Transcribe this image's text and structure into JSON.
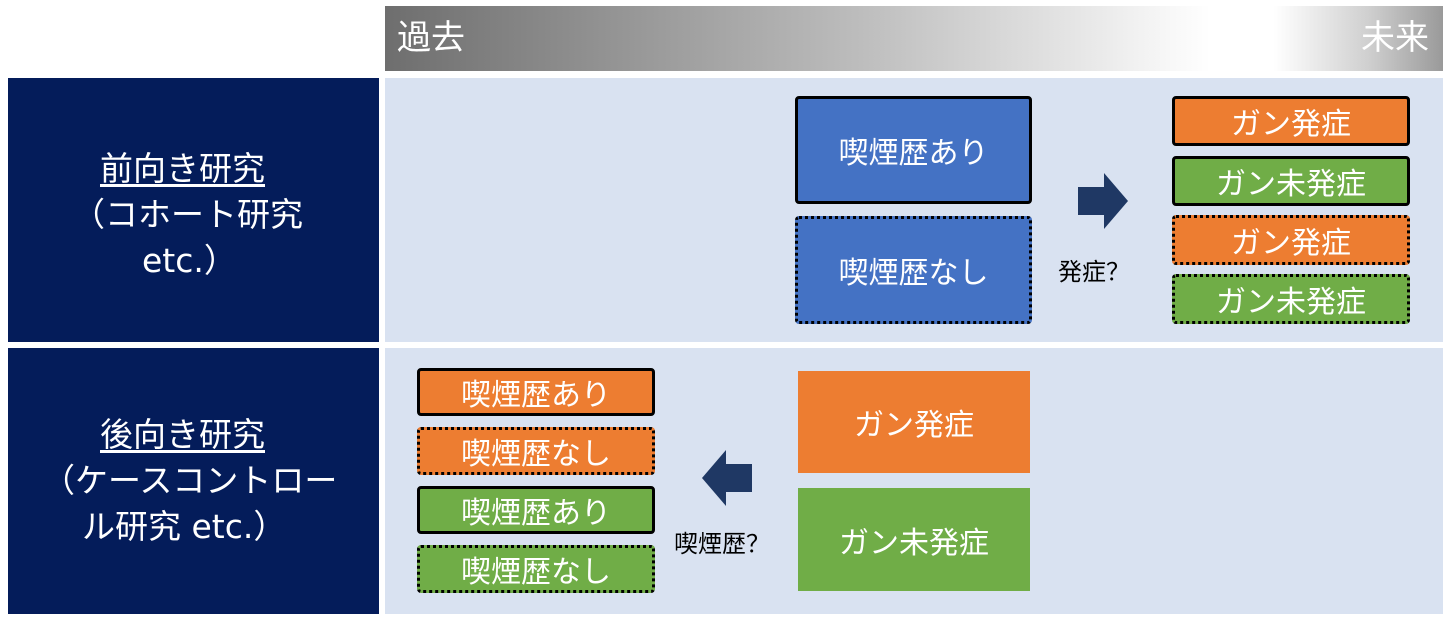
{
  "timeline": {
    "past": "過去",
    "future": "未来"
  },
  "prospective": {
    "title": "前向き研究",
    "subtitle_line1": "（コホート研究",
    "subtitle_line2": "etc.）",
    "exposure_boxes": [
      "喫煙歴あり",
      "喫煙歴なし"
    ],
    "arrow_label": "発症？",
    "outcome_boxes": [
      "ガン発症",
      "ガン未発症",
      "ガン発症",
      "ガン未発症"
    ]
  },
  "retrospective": {
    "title": "後向き研究",
    "subtitle_line1": "（ケースコントロー",
    "subtitle_line2": "ル研究 etc.）",
    "outcome_boxes": [
      "ガン発症",
      "ガン未発症"
    ],
    "arrow_label": "喫煙歴？",
    "exposure_boxes": [
      "喫煙歴あり",
      "喫煙歴なし",
      "喫煙歴あり",
      "喫煙歴なし"
    ]
  },
  "colors": {
    "navy": "#041c5a",
    "panel": "#d9e2f1",
    "blue": "#4472c4",
    "orange": "#ed7d31",
    "green": "#70ad47",
    "arrow": "#1f3864"
  }
}
